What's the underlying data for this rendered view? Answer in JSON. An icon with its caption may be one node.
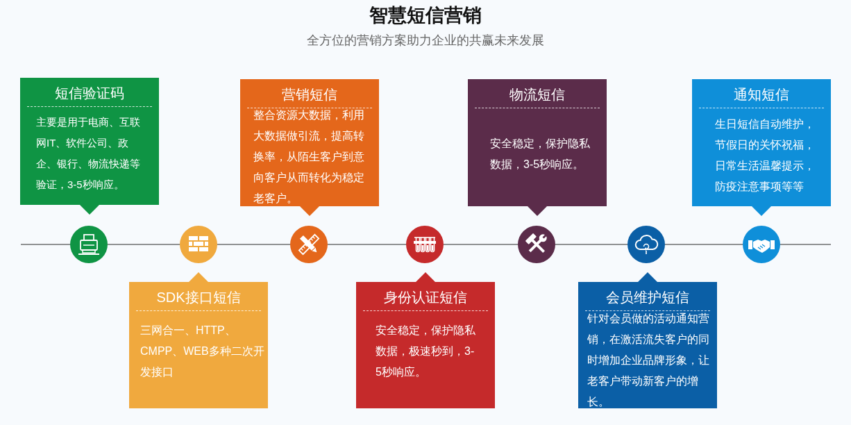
{
  "diagram": {
    "title": "智慧短信营销",
    "nodes": [
      {
        "text": [
          "短信验证码",
          "主要是用于电商、互联网IT、软件公司、政企、银行、物流快递等验证，3-5秒响应。"
        ]
      },
      {
        "text": [
          "营销短信",
          "整合资源大数据，利用大数据做引流，提高转换率，从陌生客户到意向客户从而转化为稳定老客户。"
        ]
      },
      {
        "text": [
          "物流短信",
          "安全稳定，保护隐私数据，3-5秒响应。"
        ]
      },
      {
        "text": [
          "通知短信",
          "生日短信自动维护，节假日的关怀祝福，日常生活温馨提示，防疫注意事项等等"
        ]
      },
      {
        "text": [],
        "shape": "circle"
      },
      {
        "text": [],
        "shape": "circle"
      },
      {
        "text": [],
        "shape": "circle"
      },
      {
        "text": [],
        "shape": "circle"
      },
      {
        "text": [],
        "shape": "circle"
      },
      {
        "text": [],
        "shape": "circle"
      },
      {
        "text": [],
        "shape": "circle"
      },
      {
        "text": [
          "SDK接口短信",
          "三网合一、HTTP、CMPP、WEB多种二次开发接口"
        ]
      },
      {
        "text": [
          "身份认证短信",
          "安全稳定，保护隐私数据，极速秒到，3-5秒响应。"
        ]
      },
      {
        "text": [
          "会员维护短信",
          "针对会员做的活动通知营销，在激活流失客户的同时增加企业品牌形象，让老客户带动新客户的增长。"
        ]
      }
    ],
    "edges": [
      {
        "from": null,
        "to": 4,
        "arrow": "none"
      },
      {
        "from": 4,
        "to": 5,
        "arrow": "none"
      },
      {
        "from": 5,
        "to": 6,
        "arrow": "none"
      },
      {
        "from": 6,
        "to": 7,
        "arrow": "none"
      },
      {
        "from": 7,
        "to": 8,
        "arrow": "none"
      },
      {
        "from": 8,
        "to": 9,
        "arrow": "none"
      },
      {
        "from": 9,
        "to": 10,
        "arrow": "none"
      },
      {
        "from": 10,
        "to": null,
        "arrow": "none"
      }
    ],
    "labels": [
      "全方位的营销方案助力企业的共赢未来发展"
    ]
  }
}
